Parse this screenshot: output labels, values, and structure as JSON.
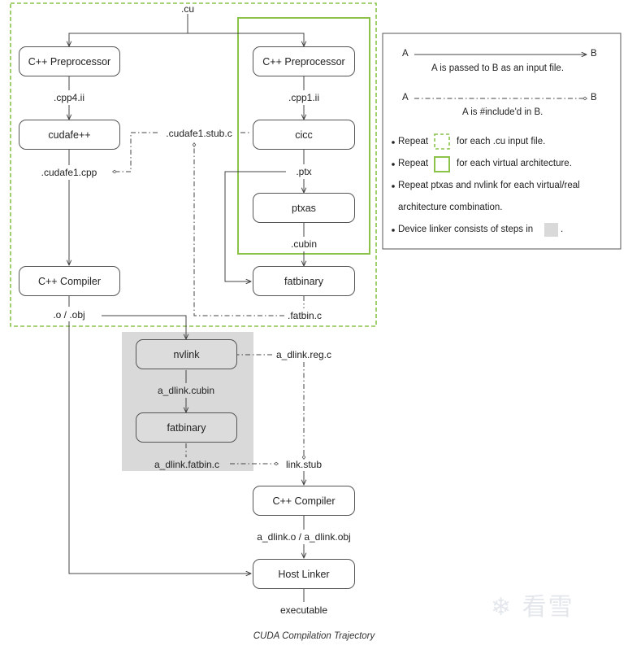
{
  "colors": {
    "accent_green": "#8bc34a",
    "device_linker_bg": "#d9d9d9",
    "line": "#444444"
  },
  "nodes": {
    "cpp_preprocessor_left": "C++ Preprocessor",
    "cpp_preprocessor_right": "C++ Preprocessor",
    "cudafe": "cudafe++",
    "cicc": "cicc",
    "ptxas": "ptxas",
    "cpp_compiler_host": "C++ Compiler",
    "fatbinary_top": "fatbinary",
    "nvlink": "nvlink",
    "fatbinary_bottom": "fatbinary",
    "cpp_compiler_dlink": "C++ Compiler",
    "host_linker": "Host Linker"
  },
  "labels": {
    "cu": ".cu",
    "cpp4_ii": ".cpp4.ii",
    "cpp1_ii": ".cpp1.ii",
    "cudafe1_stub_c": ".cudafe1.stub.c",
    "cudafe1_cpp": ".cudafe1.cpp",
    "ptx": ".ptx",
    "cubin": ".cubin",
    "o_obj": ".o / .obj",
    "fatbin_c": ".fatbin.c",
    "a_dlink_reg_c": "a_dlink.reg.c",
    "a_dlink_cubin": "a_dlink.cubin",
    "a_dlink_fatbin_c": "a_dlink.fatbin.c",
    "link_stub": "link.stub",
    "a_dlink_o_obj": "a_dlink.o / a_dlink.obj",
    "executable": "executable"
  },
  "legend": {
    "a": "A",
    "b": "B",
    "passed": "A is passed to B as an input file.",
    "included": "A is #include'd in B.",
    "repeat_cu_prefix": "Repeat",
    "repeat_cu_suffix": "for each .cu input file.",
    "repeat_virtual_prefix": "Repeat",
    "repeat_virtual_suffix": "for each virtual architecture.",
    "repeat_ptxas_line1": "Repeat ptxas and nvlink for each virtual/real",
    "repeat_ptxas_line2": "architecture combination.",
    "device_linker_prefix": "Device linker consists of steps in",
    "device_linker_suffix": "."
  },
  "caption": "CUDA Compilation Trajectory",
  "watermark": "看雪"
}
